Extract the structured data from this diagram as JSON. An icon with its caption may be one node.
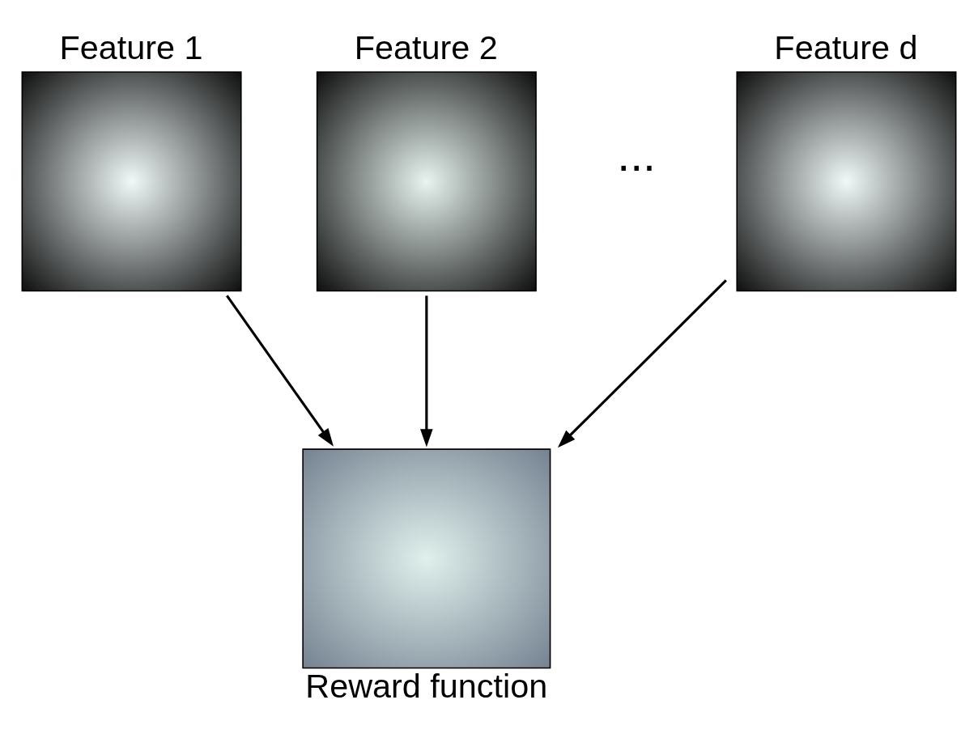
{
  "diagram": {
    "nodes": [
      {
        "text": [
          "Feature 1"
        ]
      },
      {
        "text": [
          "Feature 2"
        ]
      },
      {
        "text": [
          "Feature d"
        ]
      },
      {
        "text": [
          "Reward function"
        ]
      }
    ],
    "edges": [
      {
        "from": 0,
        "to": 3,
        "arrow": "to"
      },
      {
        "from": 1,
        "to": 3,
        "arrow": "to"
      },
      {
        "from": 2,
        "to": 3,
        "arrow": "to"
      }
    ],
    "labels": [
      "..."
    ]
  }
}
